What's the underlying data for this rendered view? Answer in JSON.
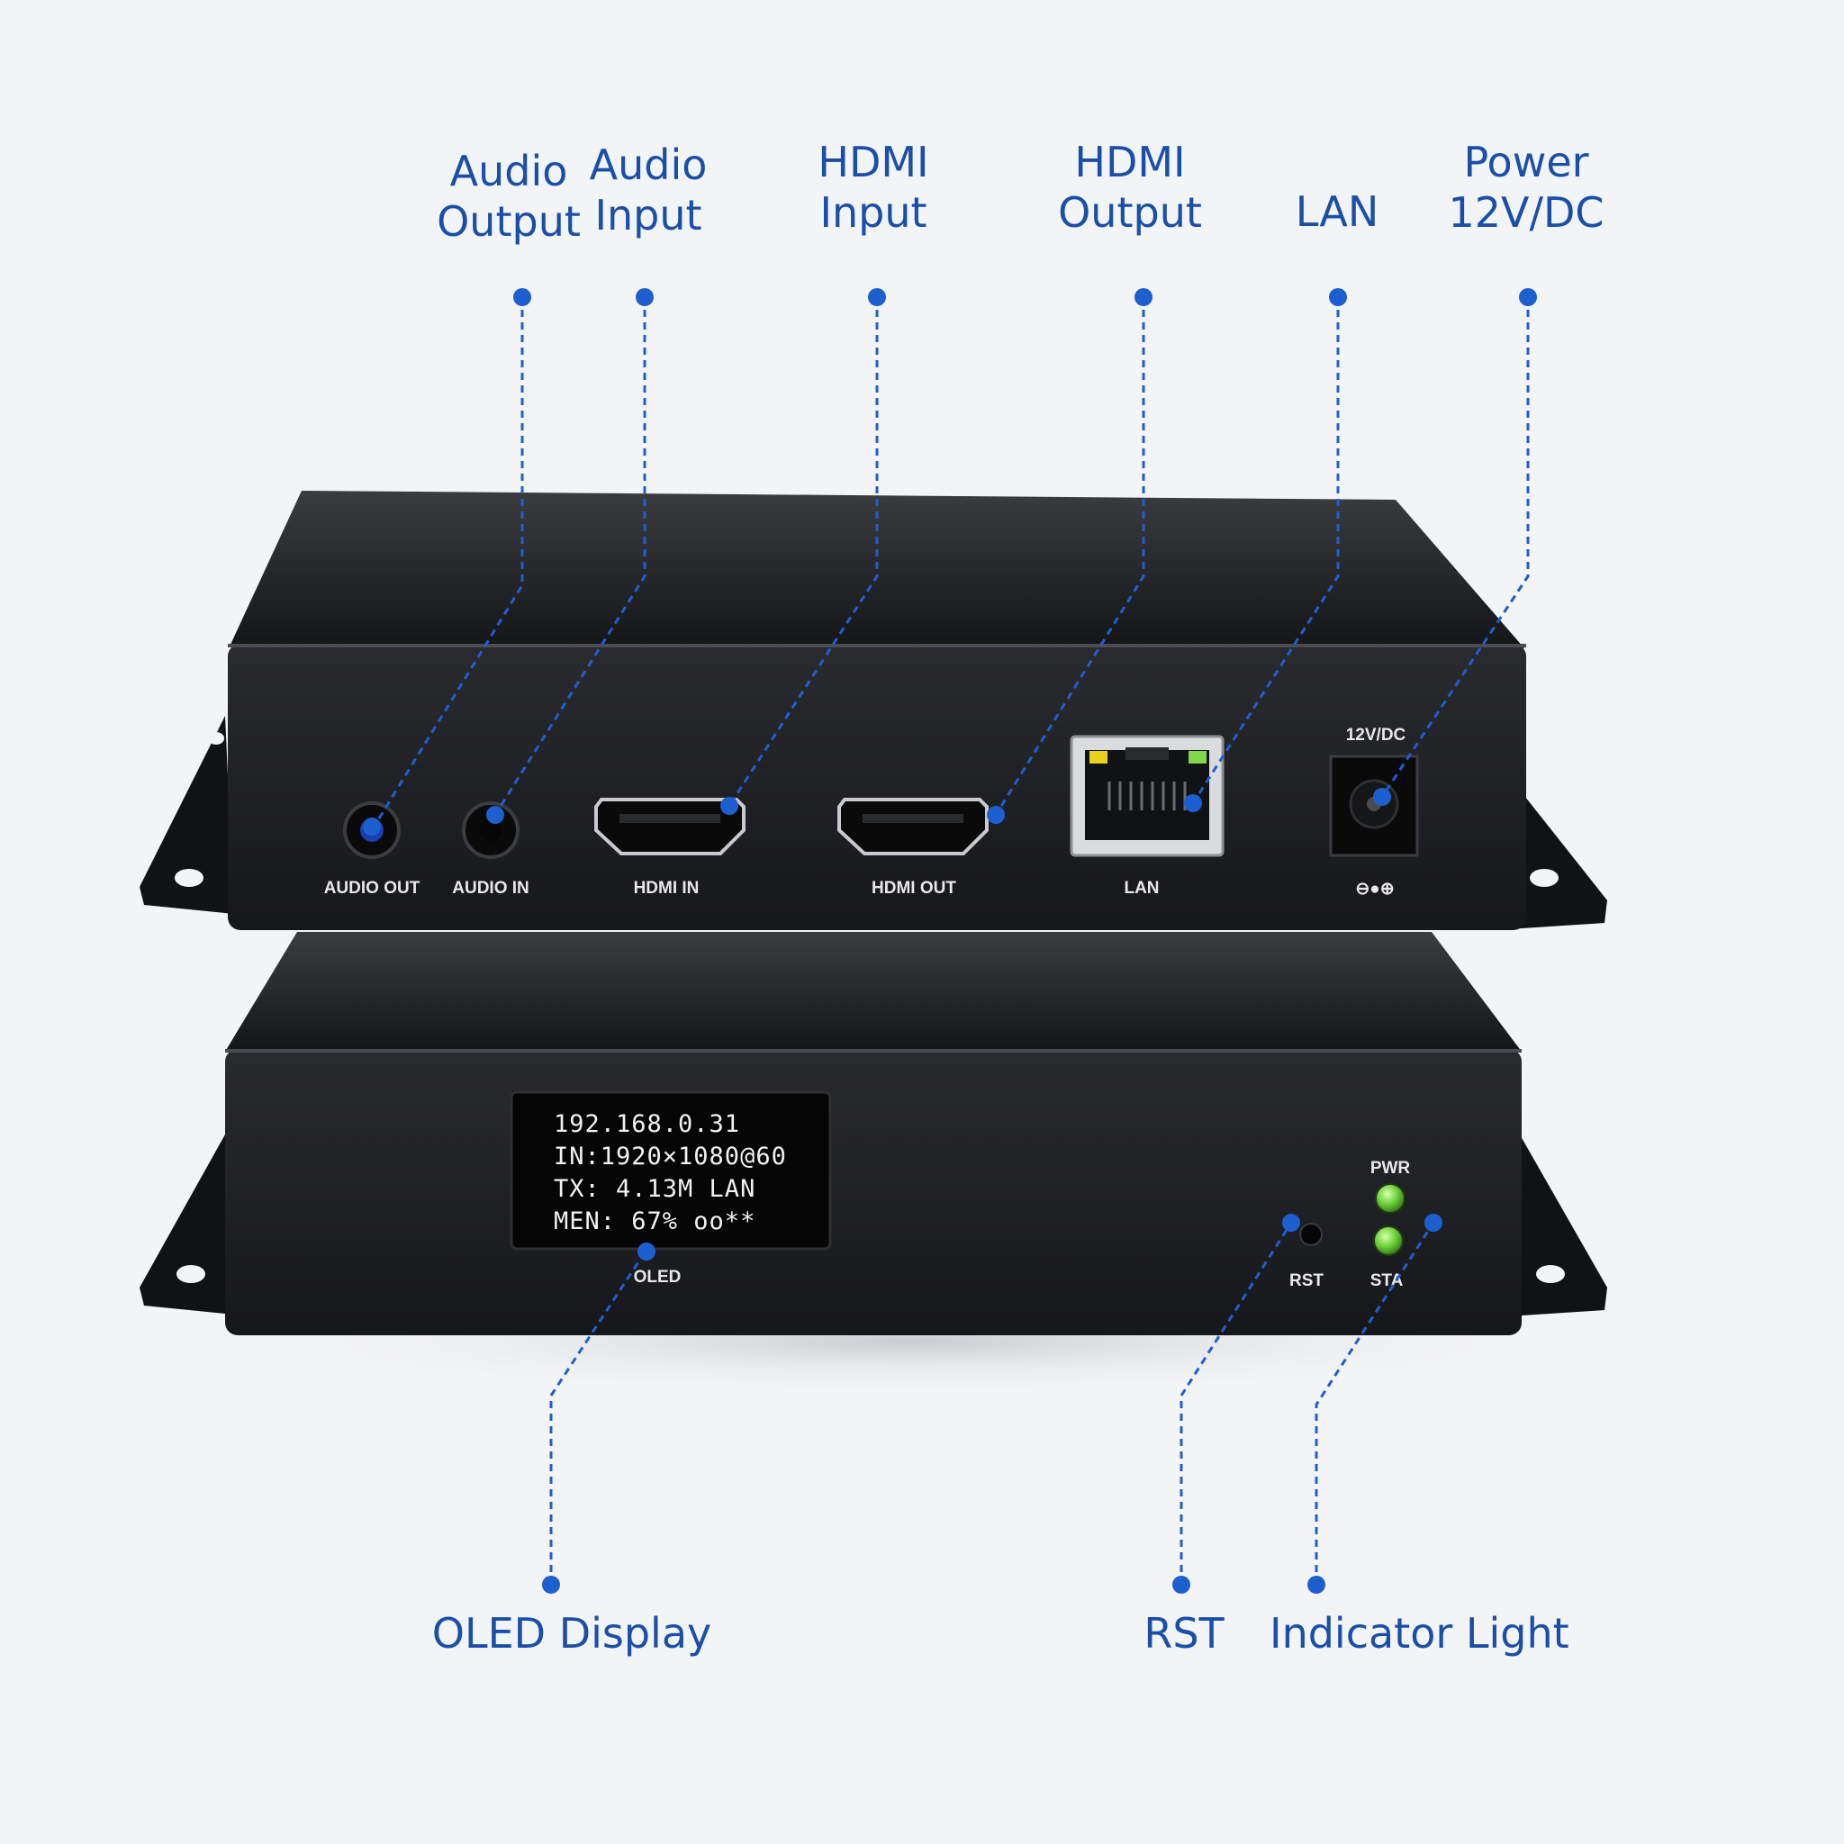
{
  "callouts": {
    "audio_output": [
      "Audio",
      "Output"
    ],
    "audio_input": [
      "Audio",
      "Input"
    ],
    "hdmi_input": [
      "HDMI",
      "Input"
    ],
    "hdmi_output": [
      "HDMI",
      "Output"
    ],
    "lan": [
      "LAN"
    ],
    "power": [
      "Power",
      "12V/DC"
    ],
    "oled_display": [
      "OLED Display"
    ],
    "rst": [
      "RST"
    ],
    "indicator_light": [
      "Indicator Light"
    ]
  },
  "panel_labels": {
    "audio_out": "AUDIO OUT",
    "audio_in": "AUDIO IN",
    "hdmi_in": "HDMI IN",
    "hdmi_out": "HDMI OUT",
    "lan": "LAN",
    "power": "12V/DC",
    "polarity": "⊖●⊕",
    "oled": "OLED",
    "rst": "RST",
    "pwr": "PWR",
    "sta": "STA"
  },
  "oled_screen": [
    "192.168.0.31",
    "IN:1920×1080@60",
    "TX: 4.13M LAN",
    "MEN: 67% oo**"
  ],
  "colors": {
    "callout_text": "#1a4fa8",
    "leader_line": "#1e5fd0",
    "device_body": "#1b1c1f",
    "led_green": "#6fd13a",
    "lan_led_yellow": "#e8d21e",
    "lan_led_green": "#7fd84a"
  }
}
